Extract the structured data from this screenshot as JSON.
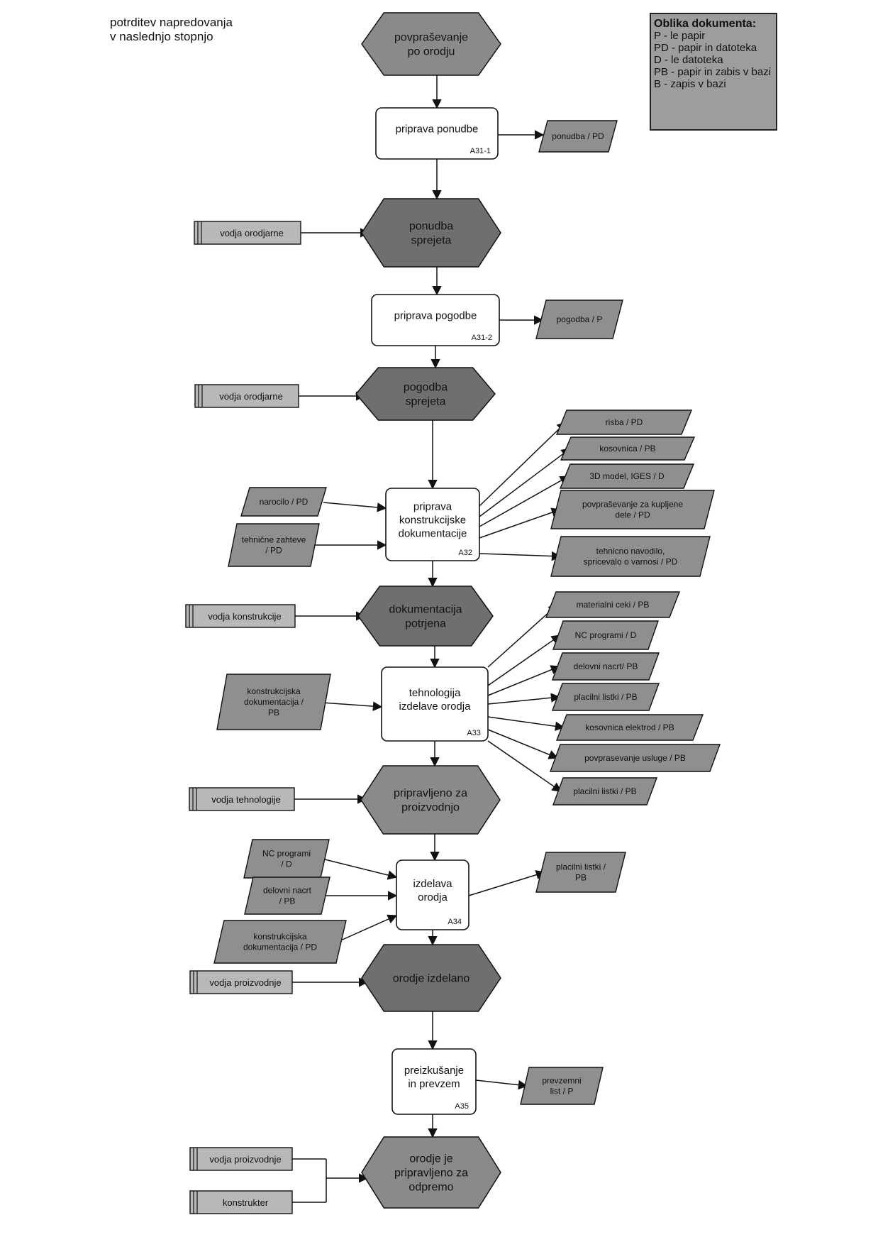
{
  "corner_note": [
    "potrditev napredovanja",
    "v naslednjo stopnjo"
  ],
  "legend": {
    "title": "Oblika dokumenta:",
    "items": [
      "P  - le  papir",
      "PD - papir in datoteka",
      "D   - le datoteka",
      "PB - papir in zabis v bazi",
      "B   - zapis v bazi"
    ]
  },
  "colors": {
    "event_fill": "#8a8a8a",
    "event_dark_fill": "#6f6f6f",
    "doc_fill": "#8f8f8f",
    "role_fill": "#b8b8b8",
    "process_fill": "#ffffff",
    "line": "#111111"
  },
  "events": [
    {
      "id": "e1",
      "lines": [
        "povpraševanje",
        "po orodju"
      ]
    },
    {
      "id": "e2",
      "lines": [
        "ponudba",
        "sprejeta"
      ]
    },
    {
      "id": "e3",
      "lines": [
        "pogodba",
        "sprejeta"
      ]
    },
    {
      "id": "e4",
      "lines": [
        "dokumentacija",
        "potrjena"
      ]
    },
    {
      "id": "e5",
      "lines": [
        "pripravljeno za",
        "proizvodnjo"
      ]
    },
    {
      "id": "e6",
      "lines": [
        "orodje izdelano"
      ]
    },
    {
      "id": "e7",
      "lines": [
        "orodje je",
        "pripravljeno za",
        "odpremo"
      ]
    }
  ],
  "processes": [
    {
      "id": "p1",
      "lines": [
        "priprava ponudbe"
      ],
      "code": "A31-1"
    },
    {
      "id": "p2",
      "lines": [
        "priprava pogodbe"
      ],
      "code": "A31-2"
    },
    {
      "id": "p3",
      "lines": [
        "priprava",
        "konstrukcijske",
        "dokumentacije"
      ],
      "code": "A32"
    },
    {
      "id": "p4",
      "lines": [
        "tehnologija",
        "izdelave orodja"
      ],
      "code": "A33"
    },
    {
      "id": "p5",
      "lines": [
        "izdelava",
        "orodja"
      ],
      "code": "A34"
    },
    {
      "id": "p6",
      "lines": [
        "preizkušanje",
        "in prevzem"
      ],
      "code": "A35"
    }
  ],
  "roles": [
    {
      "id": "r1",
      "label": "vodja orodjarne"
    },
    {
      "id": "r2",
      "label": "vodja orodjarne"
    },
    {
      "id": "r3",
      "label": "vodja konstrukcije"
    },
    {
      "id": "r4",
      "label": "vodja tehnologije"
    },
    {
      "id": "r5",
      "label": "vodja proizvodnje"
    },
    {
      "id": "r6",
      "label": "vodja proizvodnje"
    },
    {
      "id": "r7",
      "label": "konstrukter"
    }
  ],
  "documents": [
    {
      "id": "d1",
      "lines": [
        "ponudba / PD"
      ]
    },
    {
      "id": "d2",
      "lines": [
        "pogodba / P"
      ]
    },
    {
      "id": "d3",
      "lines": [
        "risba / PD"
      ]
    },
    {
      "id": "d4",
      "lines": [
        "kosovnica / PB"
      ]
    },
    {
      "id": "d5",
      "lines": [
        "3D model, IGES / D"
      ]
    },
    {
      "id": "d6",
      "lines": [
        "povpraševanje za kupljene",
        "dele / PD"
      ]
    },
    {
      "id": "d7",
      "lines": [
        "tehnicno navodilo,",
        "spricevalo o varnosi / PD"
      ]
    },
    {
      "id": "d8",
      "lines": [
        "narocilo / PD"
      ]
    },
    {
      "id": "d9",
      "lines": [
        "tehnične zahteve",
        "/ PD"
      ]
    },
    {
      "id": "d10",
      "lines": [
        "materialni ceki  / PB"
      ]
    },
    {
      "id": "d11",
      "lines": [
        "NC programi / D"
      ]
    },
    {
      "id": "d12",
      "lines": [
        "delovni nacrt/ PB"
      ]
    },
    {
      "id": "d13",
      "lines": [
        "placilni listki / PB"
      ]
    },
    {
      "id": "d14",
      "lines": [
        "kosovnica elektrod / PB"
      ]
    },
    {
      "id": "d15",
      "lines": [
        "povprasevanje usluge / PB"
      ]
    },
    {
      "id": "d16",
      "lines": [
        "placilni listki / PB"
      ]
    },
    {
      "id": "d17",
      "lines": [
        "konstrukcijska",
        "dokumentacija  /",
        "PB"
      ]
    },
    {
      "id": "d18",
      "lines": [
        "NC programi",
        "/ D"
      ]
    },
    {
      "id": "d19",
      "lines": [
        "delovni nacrt",
        "/ PB"
      ]
    },
    {
      "id": "d20",
      "lines": [
        "konstrukcijska",
        "dokumentacija / PD"
      ]
    },
    {
      "id": "d21",
      "lines": [
        "placilni listki /",
        "PB"
      ]
    },
    {
      "id": "d22",
      "lines": [
        "prevzemni",
        "list / P"
      ]
    }
  ]
}
